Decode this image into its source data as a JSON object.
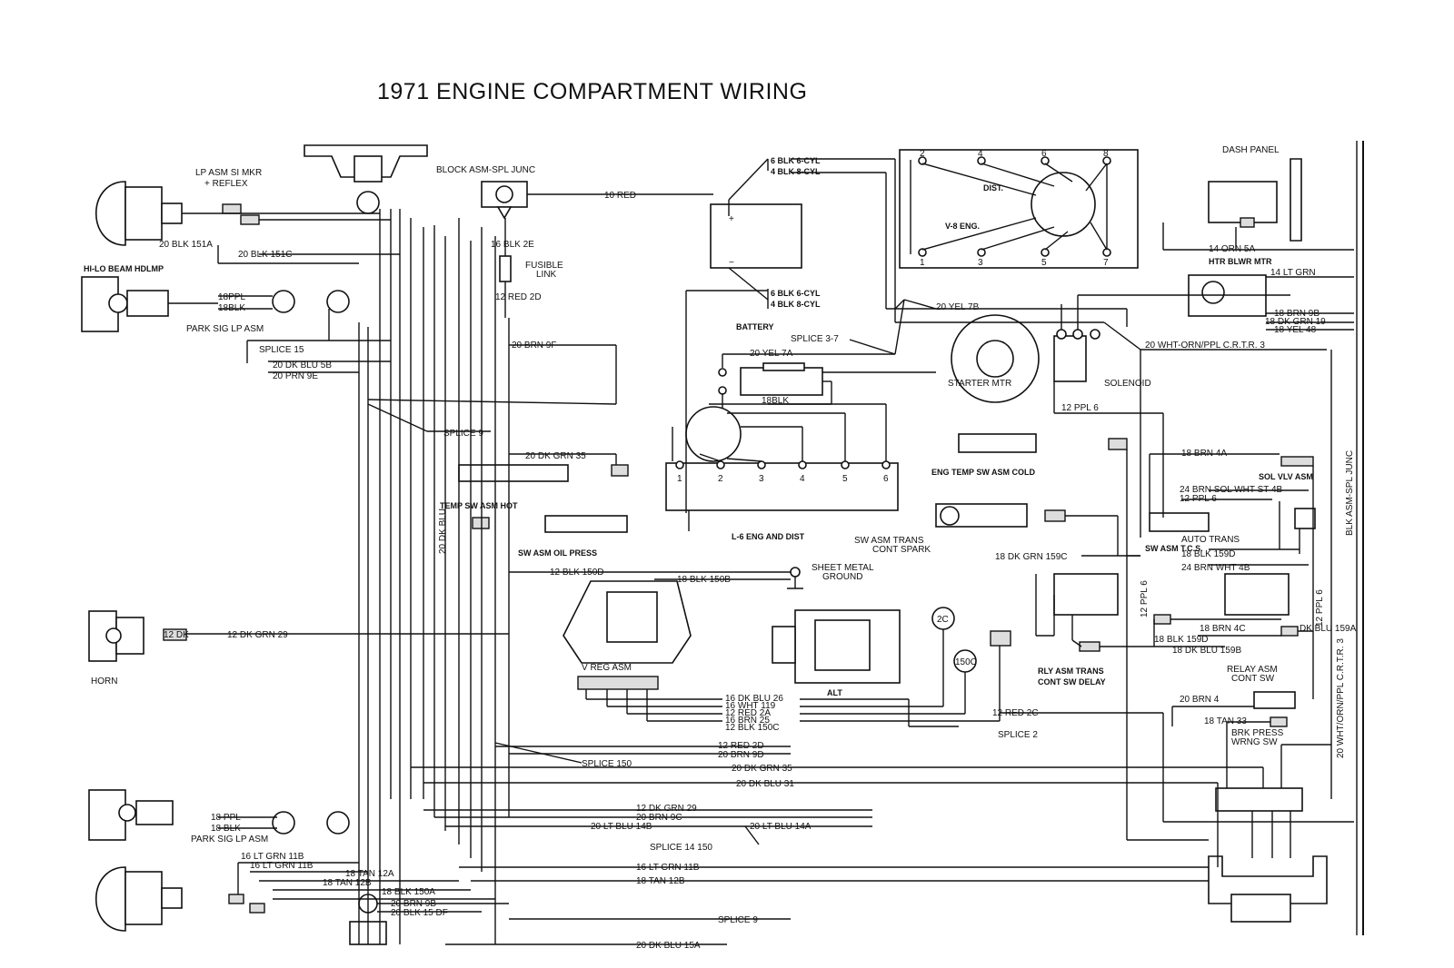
{
  "title": "1971 ENGINE COMPARTMENT WIRING",
  "labels": {
    "lp_asm_si_mkr_1": "LP ASM SI MKR",
    "lp_asm_si_mkr_2": "+ REFLEX",
    "block_asm": "BLOCK ASM-SPL JUNC",
    "w_10red": "10 RED",
    "w_20blk15ia": "20 BLK 151A",
    "w_20blk15ic": "20 BLK 151C",
    "hi_lo_beam": "HI-LO BEAM HDLMP",
    "w_16blk2e": "16 BLK 2E",
    "fusible_1": "FUSIBLE",
    "fusible_2": "LINK",
    "w_12red2d_top": "12 RED 2D",
    "w_18ppl_top": "18PPL",
    "w_18blk_top": "18BLK",
    "park_sig_top": "PARK SIG LP ASM",
    "splice15": "SPLICE 15",
    "w_20dkblu5b": "20 DK BLU 5B",
    "w_20prn9e": "20 PRN 9E",
    "w_20brn9f": "20 BRN 9F",
    "splice9_top": "SPLICE 9",
    "bat_6cyl_top": "6 BLK 6-CYL",
    "bat_4cyl_top": "4 BLK 8-CYL",
    "bat_6cyl_bot": "6 BLK 6-CYL",
    "bat_4cyl_bot": "4 BLK 8-CYL",
    "battery": "BATTERY",
    "splice37": "SPLICE 3-7",
    "w_20yel7a": "20 YEL 7A",
    "w_18blk_coil": "18BLK",
    "w_20yel7b": "20 YEL 7B",
    "dist": "DIST.",
    "v8_eng": "V-8 ENG.",
    "dist_top_1": "2",
    "dist_top_2": "4",
    "dist_top_3": "6",
    "dist_top_4": "8",
    "dist_bot_1": "1",
    "dist_bot_2": "3",
    "dist_bot_3": "5",
    "dist_bot_4": "7",
    "starter_mtr": "STARTER MTR",
    "solenoid": "SOLENOID",
    "w_12ppl6_top": "12 PPL 6",
    "dash_panel": "DASH PANEL",
    "w_14orn": "14 ORN 5A",
    "htr_blwr_mtr": "HTR BLWR MTR",
    "htr_ltgrn": "14 LT GRN",
    "w_18brn9b": "18 BRN 9B",
    "w_18dkgrn19": "18 DK GRN 19",
    "w_18yel48": "18 YEL 48",
    "w_20wht_orn": "20 WHT-ORN/PPL C.R.T.R. 3",
    "w_20dkgrn35_top": "20 DK GRN 35",
    "temp_sw_hot": "TEMP SW ASM HOT",
    "sw_asm_oil": "SW ASM OIL PRESS",
    "w_20dkblu_v": "20 DK BLU",
    "l6_eng": "L-6 ENG AND DIST",
    "cyl_1": "1",
    "cyl_2": "2",
    "cyl_3": "3",
    "cyl_4": "4",
    "cyl_5": "5",
    "cyl_6": "6",
    "eng_temp_cold": "ENG TEMP SW ASM COLD",
    "sw_asm_trans_1": "SW ASM TRANS",
    "sw_asm_trans_2": "CONT SPARK",
    "w_18dkgrn159c": "18 DK GRN 159C",
    "w_18brn4a": "18 BRN 4A",
    "sol_vlv_asm": "SOL VLV ASM",
    "w_24brn": "24 BRN SOL WHT ST 4B",
    "w_12ppl6": "12 PPL 6",
    "auto_trans": "AUTO TRANS",
    "sw_asm_tcs": "SW ASM T.C.S.",
    "w_18blk159d": "18 BLK 159D",
    "w_24brnwht": "24 BRN WHT 4B",
    "w_12blk150d": "12 BLK 150D",
    "w_18blk150b": "18 BLK 150B",
    "sheet_metal_1": "SHEET METAL",
    "sheet_metal_2": "GROUND",
    "w_12dkgrn29": "12 DK GRN 29",
    "horn_tag": "12 DK",
    "horn": "HORN",
    "v_reg_asm": "V REG ASM",
    "alt": "ALT",
    "c2": "2C",
    "c150": "150C",
    "w_18brn4c": "18 BRN 4C",
    "w_18blk159d_b": "18 BLK 159D",
    "w_18dkblu159b": "18 DK BLU 159B",
    "w_dkblu159a": "DK BLU 159A",
    "rly_asm_1": "RLY ASM TRANS",
    "rly_asm_2": "CONT SW DELAY",
    "relay_asm_1": "RELAY ASM",
    "relay_asm_2": "CONT SW",
    "w_20brn4": "20 BRN 4",
    "w_18tan33": "18 TAN 33",
    "brk_press_1": "BRK PRESS",
    "brk_press_2": "WRNG SW",
    "w_16dkblu26": "16 DK BLU 26",
    "w_16wht119": "16 WHT 119",
    "w_12red2a": "12 RED 2A",
    "w_16brn25": "16 BRN 25",
    "w_12blk150c": "12 BLK 150C",
    "w_12red2c": "12 RED 2C",
    "splice2": "SPLICE 2",
    "w_12red2d": "12 RED 2D",
    "w_20brn9d": "20 BRN 9D",
    "splice150": "SPLICE 150",
    "w_20dkgrn35": "20 DK GRN 35",
    "w_20dkblu31": "20 DK BLU 31",
    "w_12dkgrn29_b": "12 DK GRN 29",
    "w_20brn9c": "20 BRN 9C",
    "w_20ltblu14b": "20 LT BLU 14B",
    "w_20ltblu14a": "20 LT BLU 14A",
    "w_18ppl_bot": "18 PPL",
    "w_18blk_bot": "18 BLK",
    "park_sig_bot": "PARK SIG LP ASM",
    "splice14": "SPLICE 14 150",
    "w_16ltgrn11b": "16 LT GRN 11B",
    "w_16ltgrn11b_r": "16 LT GRN 11B",
    "w_18ltgrn": "16 LT GRN 11B",
    "w_18tan12a": "18 TAN 12A",
    "w_18tan12b": "18 TAN 12B",
    "w_18tan12b_r": "18 TAN 12B",
    "w_18blk150a": "18 BLK 150A",
    "w_20brn9b": "20 BRN 9B",
    "w_20blk15df": "20 BLK 15 DF",
    "splice9": "SPLICE 9",
    "w_20dkblu15a": "20 DK BLU 15A",
    "w_20wht_vert": "20 WHT/ORN/PPL C.R.T.R. 3",
    "w_12ppl6_v": "12 PPL 6",
    "w_12ppl6_v2": "12 PPL 6",
    "blk_asm_v": "BLK ASM-SPL JUNC"
  },
  "colors": {
    "ink": "#111111",
    "paper": "#ffffff"
  }
}
